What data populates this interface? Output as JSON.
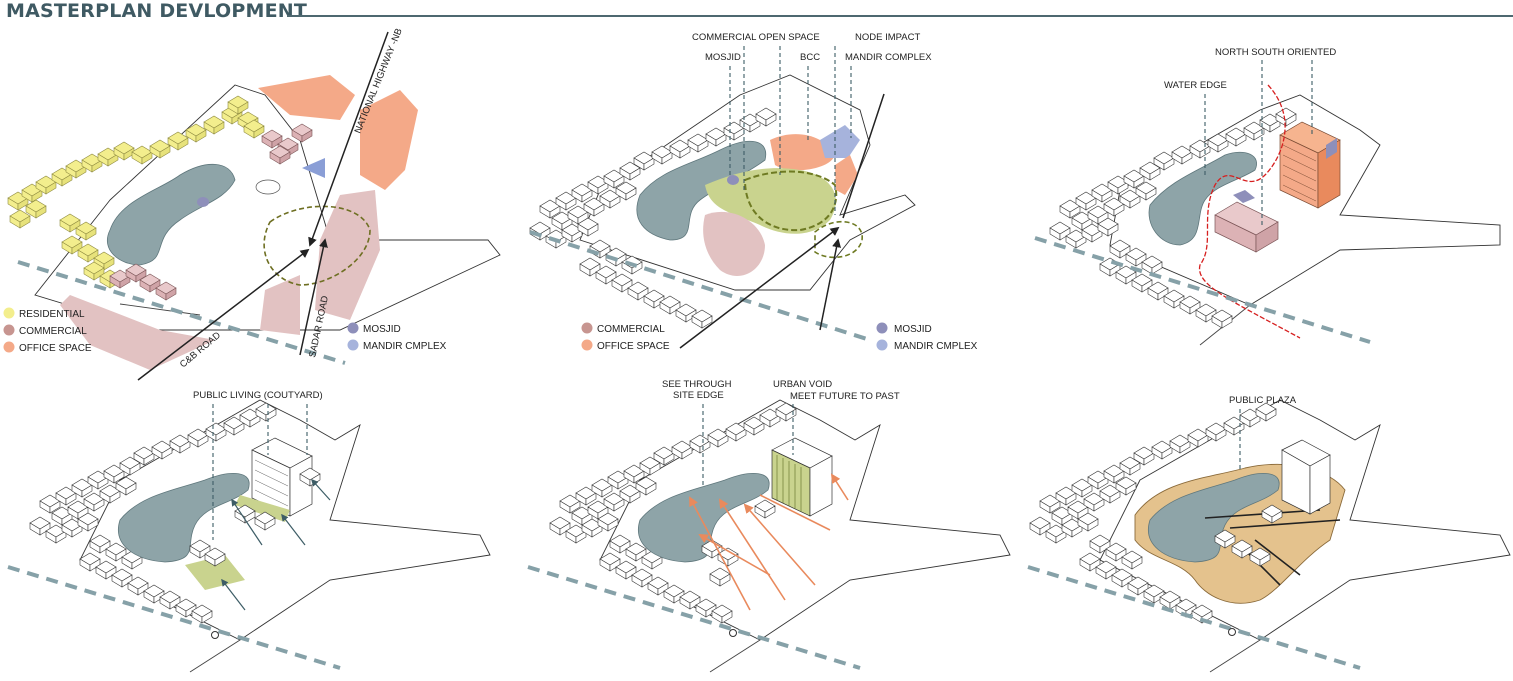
{
  "header": {
    "title": "MASTERPLAN DEVLOPMENT"
  },
  "colors": {
    "residential": "#f3ee8d",
    "commercial": "#c79590",
    "commercial_zone": "#e2c2c2",
    "office_space": "#f4a988",
    "mosjid": "#8e8fba",
    "mandir_complex": "#a6b3dc",
    "lake": "#8ea4a8",
    "open_space": "#c9d38e",
    "plaza": "#e4c28d",
    "accent_dark": "#3f5a63",
    "edge_red": "#d61f1f"
  },
  "panels": {
    "p1": {
      "roads": {
        "national_highway": "NATIONAL HIGHWAY -NB",
        "cb_road": "C&B ROAD",
        "sadar_road": "SADAR ROAD"
      },
      "legend_left": [
        "RESIDENTIAL",
        "COMMERCIAL",
        "OFFICE SPACE"
      ],
      "legend_right": [
        "MOSJID",
        "MANDIR CMPLEX"
      ]
    },
    "p2": {
      "labels": {
        "commercial_open_space": "COMMERCIAL OPEN SPACE",
        "node_impact": "NODE IMPACT",
        "mosjid": "MOSJID",
        "bcc": "BCC",
        "mandir_complex": "MANDIR COMPLEX"
      },
      "legend_left": [
        "COMMERCIAL",
        "OFFICE SPACE"
      ],
      "legend_right": [
        "MOSJID",
        "MANDIR CMPLEX"
      ]
    },
    "p3": {
      "labels": {
        "north_south": "NORTH SOUTH ORIENTED",
        "water_edge": "WATER EDGE"
      }
    },
    "p4": {
      "labels": {
        "public_living": "PUBLIC LIVING (COUTYARD)"
      }
    },
    "p5": {
      "labels": {
        "see_through_1": "SEE THROUGH",
        "see_through_2": "SITE EDGE",
        "urban_void_1": "URBAN VOID",
        "urban_void_2": "MEET FUTURE TO PAST"
      }
    },
    "p6": {
      "labels": {
        "public_plaza": "PUBLIC PLAZA"
      }
    }
  }
}
